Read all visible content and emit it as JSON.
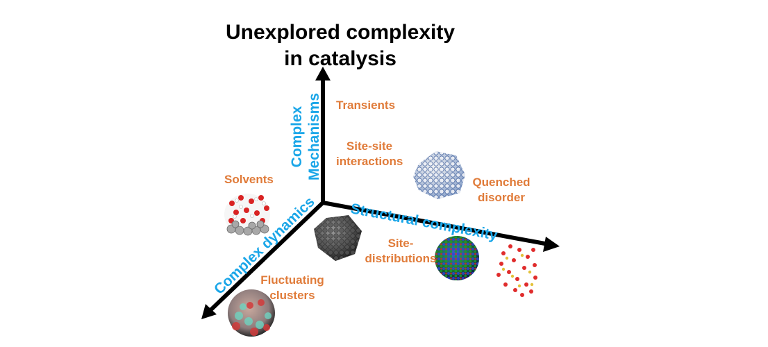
{
  "title": {
    "line1": "Unexplored complexity",
    "line2": "in catalysis"
  },
  "axes": {
    "vertical": {
      "line1": "Complex",
      "line2": "Mechanisms"
    },
    "right": {
      "label": "Structural complexity"
    },
    "left": {
      "label": "Complex dynamics"
    }
  },
  "items": {
    "transients": "Transients",
    "site_site_1": "Site-site",
    "site_site_2": "interactions",
    "solvents": "Solvents",
    "quenched_1": "Quenched",
    "quenched_2": "disorder",
    "sitedist_1": "Site-",
    "sitedist_2": "distributions",
    "fluct_1": "Fluctuating",
    "fluct_2": "clusters"
  },
  "colors": {
    "axis": "#000000",
    "axis_label": "#1aa6e8",
    "item_label": "#e07b39"
  }
}
